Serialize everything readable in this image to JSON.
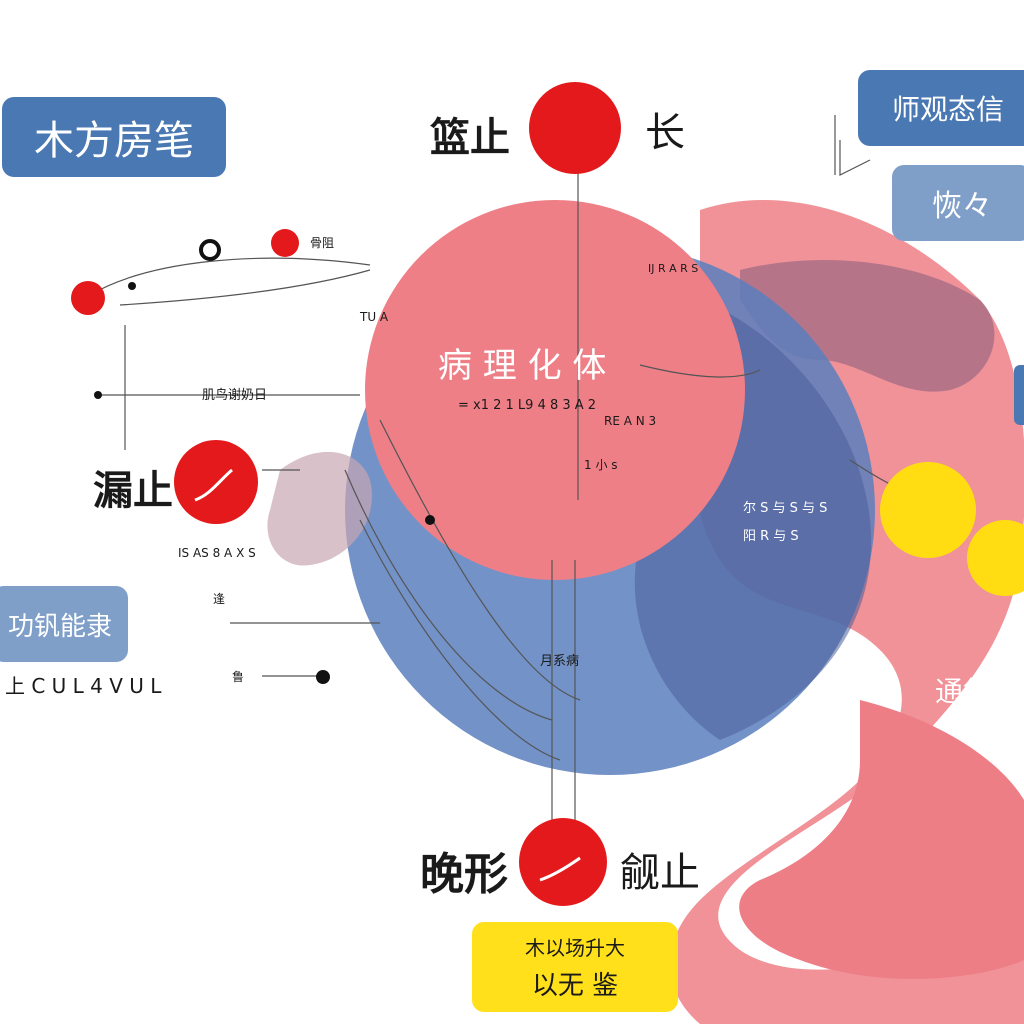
{
  "badges": {
    "top_left": "木方房笔",
    "top_right": "师观态信",
    "right_small": "恢々",
    "left_mid": "功钒能隶",
    "bottom_yellow_line1": "木以场升大",
    "bottom_yellow_line2": "以无 鉴"
  },
  "labels": {
    "top_center_left": "篮止",
    "top_center_right": "长",
    "left_mid_title": "漏止",
    "bottom_left": "晚形",
    "bottom_right": "觎止",
    "main_circle_title": "病 理 化 体",
    "main_circle_sub": "= x1 2 1 L9 4 8 3 A 2",
    "main_circle_note": "RE A N 3",
    "small_1": "骨阻",
    "small_2": "肌鸟谢奶日",
    "small_3": "IS AS 8 A X S",
    "small_4": "逢",
    "small_5": "鲁",
    "small_6": "上 C U L 4 V U L",
    "small_7": "尔 S 与 S 与 S",
    "small_8": "阳 R 与 S",
    "small_9": "月系病",
    "small_10": "通悠",
    "small_11": "TU A",
    "small_12": "IJ R A R S",
    "small_13": "1 小 s"
  },
  "colors": {
    "pink": "#ee7e86",
    "blue": "#4a78b3",
    "red": "#e3191b",
    "yellow": "#ffdd12"
  }
}
